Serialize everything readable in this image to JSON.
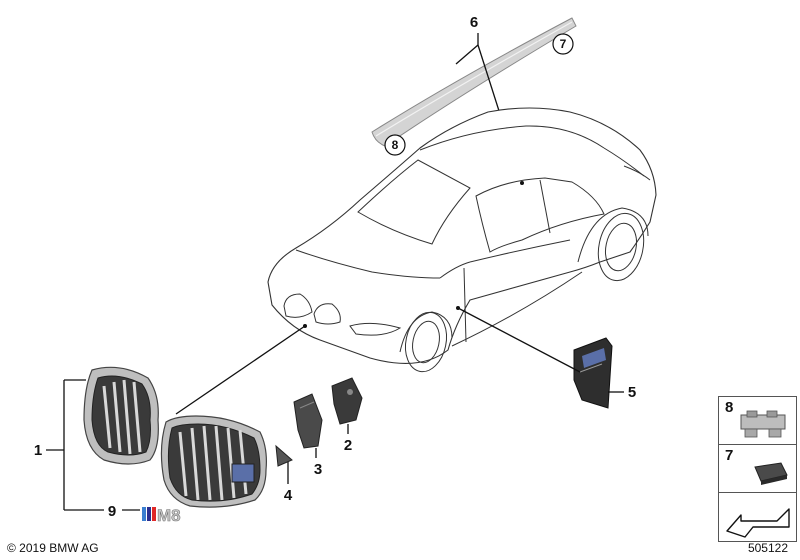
{
  "callouts": {
    "p1": "1",
    "p2": "2",
    "p3": "3",
    "p4": "4",
    "p5": "5",
    "p6": "6",
    "p7": "7",
    "p8": "8",
    "p9": "9"
  },
  "side_panel": {
    "p8": "8",
    "p7": "7"
  },
  "emblem_lettering": "M8",
  "footer": {
    "copyright": "© 2019 BMW AG",
    "doc_number": "505122"
  }
}
